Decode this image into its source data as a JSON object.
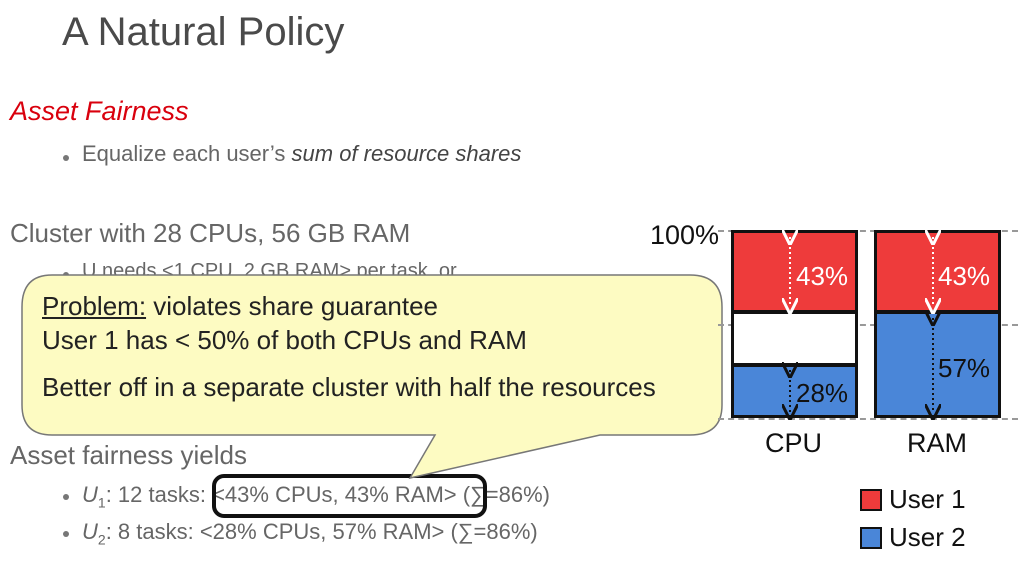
{
  "slide": {
    "title": "A Natural Policy",
    "subtitle": "Asset Fairness",
    "bullet1_prefix": "Equalize each user’s ",
    "bullet1_italic": "sum of resource shares",
    "cluster": "Cluster with 28 CPUs, 56 GB RAM",
    "needs_partial": "U  needs <1 CPU, 2 GB RAM> per task, or",
    "yields": "Asset fairness yields",
    "u1_prefix": "U",
    "u1_sub": "1",
    "u1_text": ": 12 tasks: ",
    "u1_alloc": "<43% CPUs, 43% RAM>",
    "u1_sum": " (∑=86%)",
    "u2_prefix": "U",
    "u2_sub": "2",
    "u2_text": ": 8 tasks:   <28% CPUs, 57% RAM> (∑=86%)"
  },
  "callout": {
    "problem_label": "Problem:",
    "problem_text": " violates share guarantee",
    "line2": "User 1 has < 50% of both CPUs and RAM",
    "line3": "Better off in a separate cluster with half the resources"
  },
  "chart_data": {
    "type": "bar",
    "stacked": true,
    "categories": [
      "CPU",
      "RAM"
    ],
    "series": [
      {
        "name": "User 1",
        "values": [
          43,
          43
        ],
        "color": "#ee3b3b"
      },
      {
        "name": "User 2",
        "values": [
          28,
          57
        ],
        "color": "#4a86d8"
      }
    ],
    "ylim": [
      0,
      100
    ],
    "y_tick_label": "100%",
    "data_labels": [
      "43%",
      "43%",
      "28%",
      "57%"
    ],
    "legend_position": "bottom-right"
  },
  "legend": {
    "user1": "User 1",
    "user2": "User 2"
  }
}
